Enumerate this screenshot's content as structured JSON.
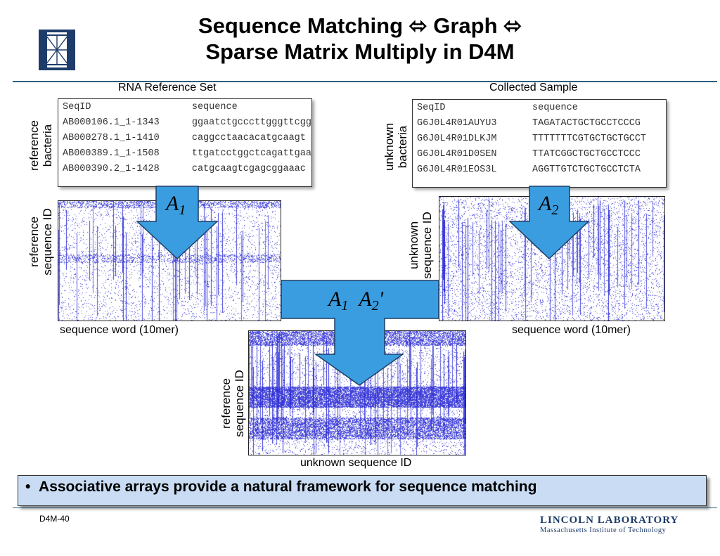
{
  "slide": {
    "title_line1": "Sequence Matching ⬄ Graph ⬄",
    "title_line2": "Sparse Matrix Multiply in D4M",
    "page_id": "D4M-40",
    "bullet": "Associative arrays provide a natural framework for sequence matching",
    "brand_line1": "LINCOLN LABORATORY",
    "brand_line2": "Massachusetts Institute of Technology"
  },
  "left_panel": {
    "caption": "RNA Reference Set",
    "side_label_line1": "reference",
    "side_label_line2": "bacteria",
    "table_header": [
      "SeqID",
      "sequence"
    ],
    "table_rows": [
      [
        "AB000106.1_1-1343",
        "ggaatctgcccttgggttcgg"
      ],
      [
        "AB000278.1_1-1410",
        "caggcctaacacatgcaagt"
      ],
      [
        "AB000389.1_1-1508",
        "ttgatcctggctcagattgaa"
      ],
      [
        "AB000390.2_1-1428",
        "catgcaagtcgagcggaaac"
      ]
    ],
    "matrix_ylabel_line1": "reference",
    "matrix_ylabel_line2": "sequence ID",
    "matrix_xlabel": "sequence word (10mer)",
    "arrow_label": "A",
    "arrow_sub": "1"
  },
  "right_panel": {
    "caption": "Collected Sample",
    "side_label_line1": "unknown",
    "side_label_line2": "bacteria",
    "table_header": [
      "SeqID",
      "sequence"
    ],
    "table_rows": [
      [
        "G6J0L4R01AUYU3",
        "TAGATACTGCTGCCTCCCG"
      ],
      [
        "G6J0L4R01DLKJM",
        "TTTTTTTCGTGCTGCTGCCT"
      ],
      [
        "G6J0L4R01D0SEN",
        "TTATCGGCTGCTGCCTCCC"
      ],
      [
        "G6J0L4R01EOS3L",
        "AGGTTGTCTGCTGCCTCTA"
      ]
    ],
    "matrix_ylabel_line1": "unknown",
    "matrix_ylabel_line2": "sequence ID",
    "matrix_xlabel": "sequence word (10mer)",
    "arrow_label": "A",
    "arrow_sub": "2"
  },
  "product_panel": {
    "label_a": "A",
    "label_a_sub": "1",
    "label_b": "A",
    "label_b_sub": "2",
    "label_b_prime": "'",
    "matrix_ylabel_line1": "reference",
    "matrix_ylabel_line2": "sequence ID",
    "matrix_xlabel": "unknown sequence ID"
  },
  "colors": {
    "arrow_fill": "#3a9ddf",
    "arrow_stroke": "#1d3f66",
    "bullet_bg": "#c9dcf3",
    "rule": "#2e5d7e",
    "matrix_ink": "#2b2bd6",
    "brand": "#1e3c6a"
  },
  "icons": {
    "logo": "mit-ll-logo-icon"
  }
}
